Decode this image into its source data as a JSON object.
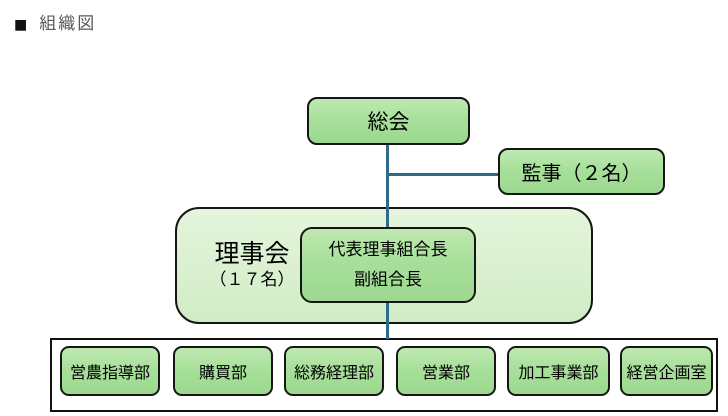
{
  "page": {
    "title_bullet": "■",
    "title": "組織図"
  },
  "colors": {
    "node_fill_top": "#bfe9b1",
    "node_fill_bottom": "#9cd88f",
    "panel_fill_top": "#e4f5db",
    "panel_fill_bottom": "#cfecc5",
    "box_border": "#161616",
    "connector": "#2e6b88",
    "title_text": "#595959",
    "label_text": "#000000",
    "background": "#ffffff"
  },
  "org": {
    "general_meeting": {
      "label": "総会"
    },
    "auditors": {
      "label": "監事（２名）"
    },
    "board": {
      "name": "理事会",
      "count": "（１７名）",
      "leader_line1": "代表理事組合長",
      "leader_line2": "副組合長"
    },
    "departments": [
      {
        "label": "営農指導部"
      },
      {
        "label": "購買部"
      },
      {
        "label": "総務経理部"
      },
      {
        "label": "営業部"
      },
      {
        "label": "加工事業部"
      },
      {
        "label": "経営企画室"
      }
    ]
  }
}
